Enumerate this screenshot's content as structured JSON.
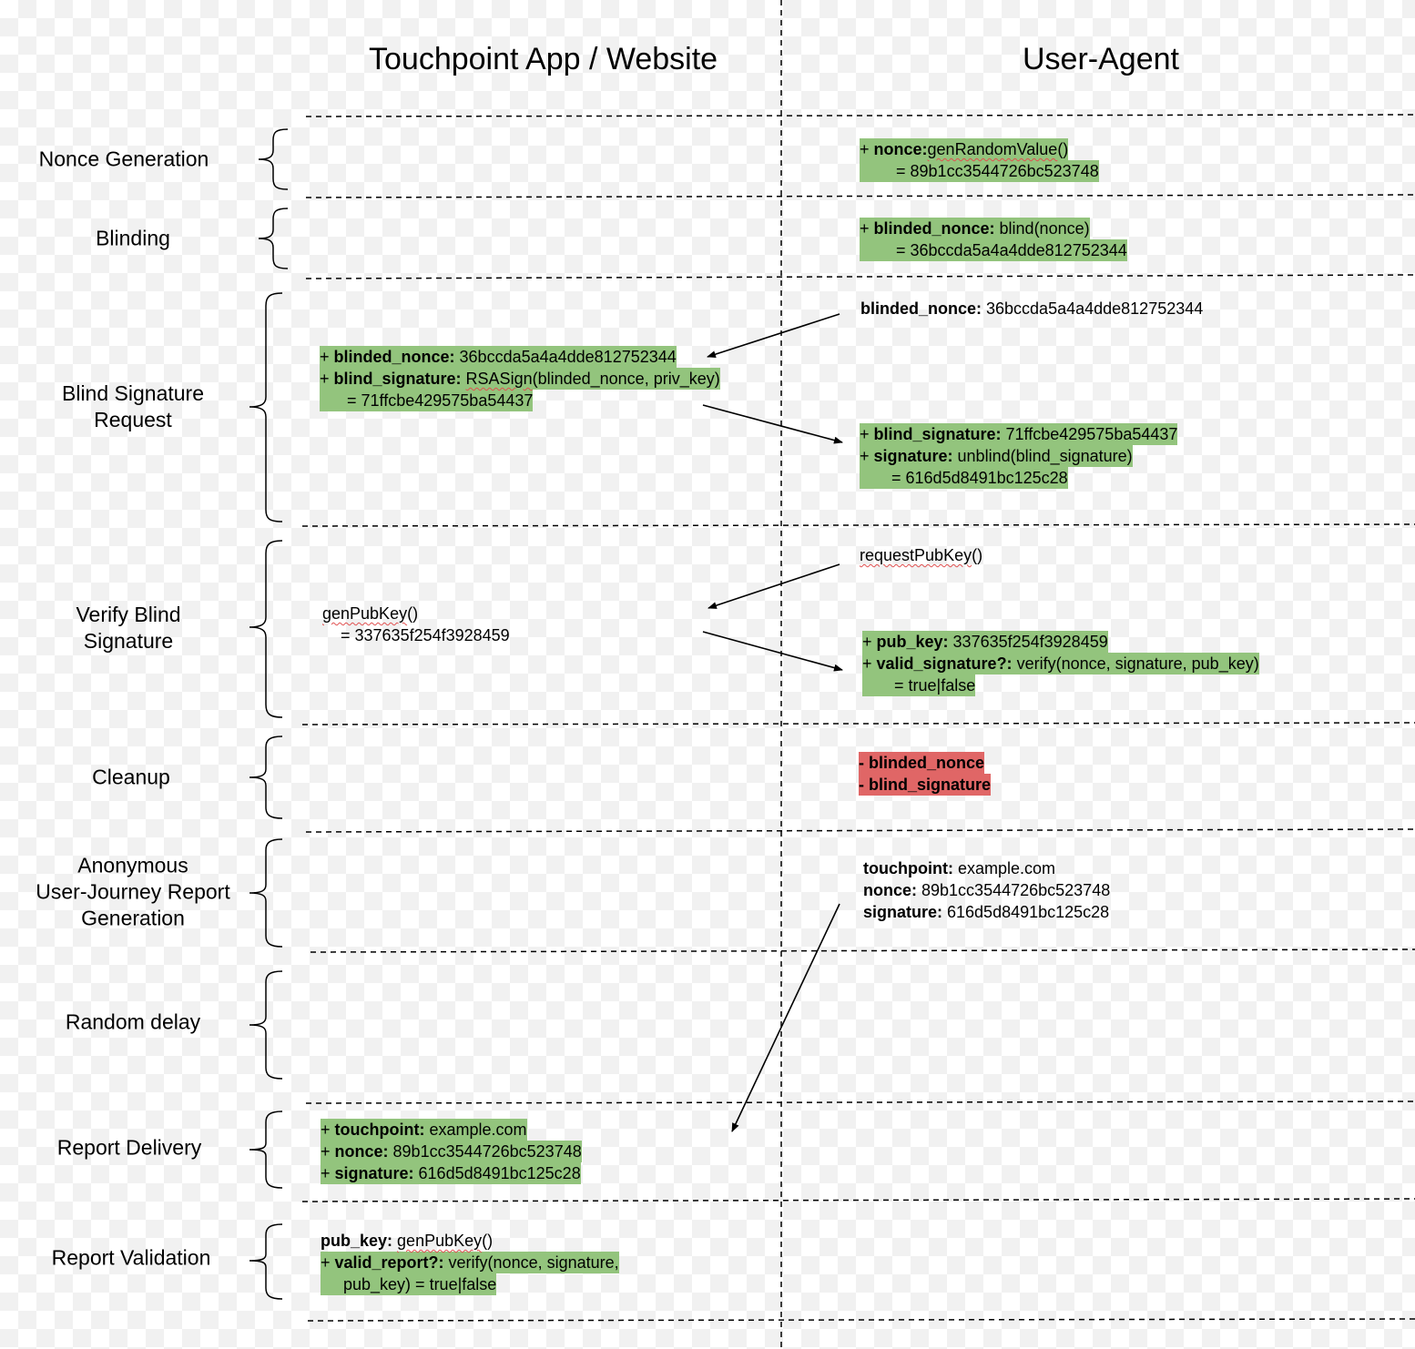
{
  "columns": {
    "left": "Touchpoint App / Website",
    "right": "User-Agent"
  },
  "phases": {
    "nonce_generation": "Nonce Generation",
    "blinding": "Blinding",
    "blind_signature_request": [
      "Blind Signature",
      "Request"
    ],
    "verify_blind_signature": [
      "Verify Blind",
      "Signature"
    ],
    "cleanup": "Cleanup",
    "report_generation": [
      "Anonymous",
      "User-Journey Report",
      "Generation"
    ],
    "random_delay": "Random delay",
    "report_delivery": "Report Delivery",
    "report_validation": "Report Validation"
  },
  "blocks": {
    "nonce_gen": {
      "prefix": "+ ",
      "key": "nonce:",
      "fn": "genRandomValue",
      "tail": "()",
      "result": "        = 89b1cc3544726bc523748"
    },
    "blinding": {
      "prefix": "+ ",
      "key": "blinded_nonce:",
      "val": " blind(nonce)",
      "result": "        = 36bccda5a4a4dde812752344"
    },
    "ua_send_blinded": {
      "key": "blinded_nonce:",
      "val": " 36bccda5a4a4dde812752344"
    },
    "tp_sign": {
      "l1_prefix": "+ ",
      "l1_key": "blinded_nonce:",
      "l1_val": " 36bccda5a4a4dde812752344",
      "l2_prefix": "+ ",
      "l2_key": "blind_signature:",
      "l2_sp": " ",
      "l2_fn": "RSASign",
      "l2_tail": "(blinded_nonce, priv_key)",
      "result": "      = 71ffcbe429575ba54437"
    },
    "ua_unblind": {
      "l1_prefix": "+ ",
      "l1_key": "blind_signature:",
      "l1_val": " 71ffcbe429575ba54437",
      "l2_prefix": "+ ",
      "l2_key": "signature:",
      "l2_val": " unblind(blind_signature)",
      "result": "       = 616d5d8491bc125c28"
    },
    "ua_request_pubkey": {
      "fn": "requestPubKey",
      "tail": "()"
    },
    "tp_genpubkey": {
      "fn": "genPubKey",
      "tail": "()",
      "result": "    = 337635f254f3928459"
    },
    "ua_verify": {
      "l1_prefix": "+ ",
      "l1_key": "pub_key:",
      "l1_val": " 337635f254f3928459",
      "l2_prefix": "+ ",
      "l2_key": "valid_signature?:",
      "l2_val": " verify(nonce, signature, pub_key)",
      "result": "       = true|false"
    },
    "cleanup": {
      "l1": "- blinded_nonce",
      "l2": "- blind_signature"
    },
    "ua_report": {
      "l1_key": "touchpoint:",
      "l1_val": " example.com",
      "l2_key": "nonce:",
      "l2_val": " 89b1cc3544726bc523748",
      "l3_key": "signature:",
      "l3_val": " 616d5d8491bc125c28"
    },
    "tp_report": {
      "l1_prefix": "+ ",
      "l1_key": "touchpoint:",
      "l1_val": " example.com",
      "l2_prefix": "+ ",
      "l2_key": "nonce:",
      "l2_val": " 89b1cc3544726bc523748",
      "l3_prefix": "+ ",
      "l3_key": "signature:",
      "l3_val": " 616d5d8491bc125c28"
    },
    "tp_validate": {
      "l1_key": "pub_key:",
      "l1_sp": " ",
      "l1_fn": "genPubKey",
      "l1_tail": "()",
      "l2_prefix": "+ ",
      "l2_key": "valid_report?:",
      "l2_val": " verify(nonce, signature,",
      "l3": "     pub_key) = true|false"
    }
  },
  "colors": {
    "green_highlight": "#93c47d",
    "red_highlight": "#e06666"
  }
}
